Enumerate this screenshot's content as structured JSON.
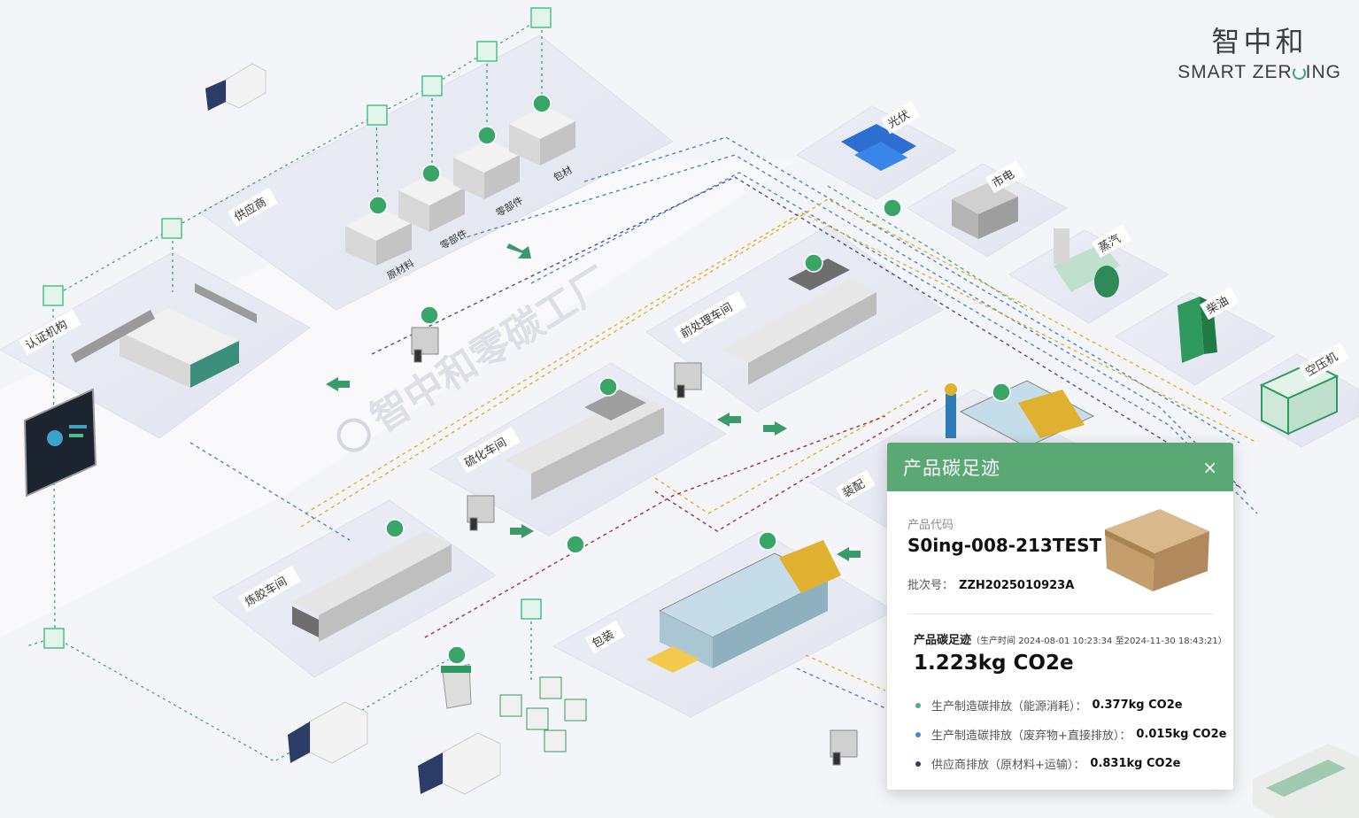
{
  "logo": {
    "cn": "智中和",
    "en_prefix": "SMART ZER",
    "en_suffix": "ING"
  },
  "scene": {
    "factory_title": "智中和零碳工厂",
    "labels": {
      "supplier": "供应商",
      "raw_material": "原材料",
      "part_1": "零部件",
      "part_2": "零部件",
      "packaging_material": "包材",
      "certification": "认证机构",
      "pretreatment": "前处理车间",
      "vulcanization": "硫化车间",
      "rubber_mixing": "炼胶车间",
      "assembly": "装配",
      "packing": "包装",
      "pv": "光伏",
      "grid": "市电",
      "steam": "蒸汽",
      "diesel": "柴油",
      "air_compressor": "空压机"
    }
  },
  "panel": {
    "title": "产品碳足迹",
    "close": "×",
    "product_code_label": "产品代码",
    "product_code": "S0ing-008-213TEST",
    "batch_label": "批次号：",
    "batch_no": "ZZH2025010923A",
    "footprint_title": "产品碳足迹",
    "footprint_time": "（生产时间 2024-08-01 10:23:34 至2024-11-30 18:43:21）",
    "total": "1.223kg CO2e",
    "items": [
      {
        "label": "生产制造碳排放（能源消耗）：",
        "value": "0.377kg CO2e",
        "color": "#4caf7a"
      },
      {
        "label": "生产制造碳排放（废弃物+直接排放）：",
        "value": "0.015kg CO2e",
        "color": "#4a86c8"
      },
      {
        "label": "供应商排放（原材料+运输）：",
        "value": "0.831kg CO2e",
        "color": "#2e3b5e"
      }
    ]
  }
}
